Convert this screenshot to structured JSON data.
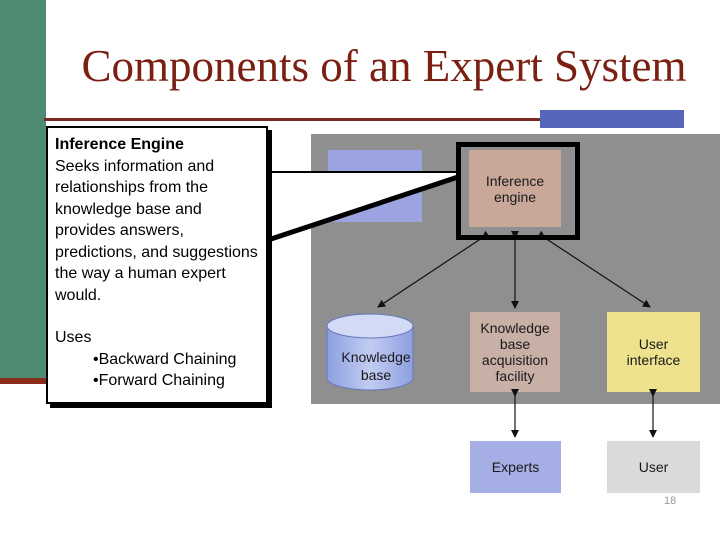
{
  "slide": {
    "title": "Components of an Expert System",
    "page_number": "18"
  },
  "callout": {
    "heading": "Inference Engine",
    "description": "Seeks information and relationships from the knowledge base and provides answers, predictions, and suggestions the way a human expert would.",
    "uses_label": "Uses",
    "bullets": [
      "•Backward Chaining",
      "•Forward Chaining"
    ]
  },
  "diagram": {
    "inference_engine": [
      "Inference",
      "engine"
    ],
    "knowledge_base": [
      "Knowledge",
      "base"
    ],
    "kb_acquisition": [
      "Knowledge",
      "base",
      "acquisition",
      "facility"
    ],
    "user_interface": [
      "User",
      "interface"
    ],
    "experts": "Experts",
    "user": "User"
  },
  "colors": {
    "title": "#7a1f12",
    "sidebar": "#4f8a72",
    "panel": "#8f8f8f",
    "knowledge_base": "#a4b4e8",
    "user_interface": "#efe28e"
  }
}
